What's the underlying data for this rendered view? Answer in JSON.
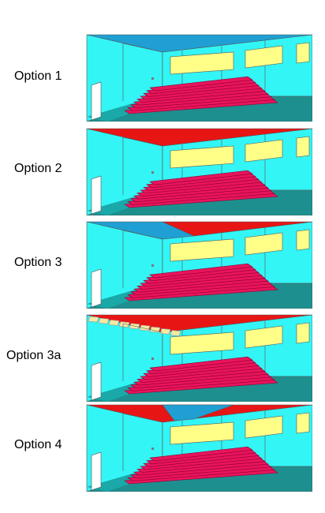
{
  "options": [
    {
      "label": "Option 1",
      "ceiling": "blue"
    },
    {
      "label": "Option 2",
      "ceiling": "red"
    },
    {
      "label": "Option 3",
      "ceiling": "blue-red"
    },
    {
      "label": "Option 3a",
      "ceiling": "tiles-red"
    },
    {
      "label": "Option 4",
      "ceiling": "red-blue-red"
    }
  ],
  "colors": {
    "wall": "#33f5f5",
    "wall_shadow": "#1aa8a8",
    "floor": "#1e8f8f",
    "ceiling_blue": "#1f9fd3",
    "ceiling_red": "#e81515",
    "panel_yellow": "#ffff88",
    "seats": "#e8145c",
    "seats_dark": "#8c0030",
    "tile": "#f6e9a0",
    "door": "#ffffff"
  }
}
